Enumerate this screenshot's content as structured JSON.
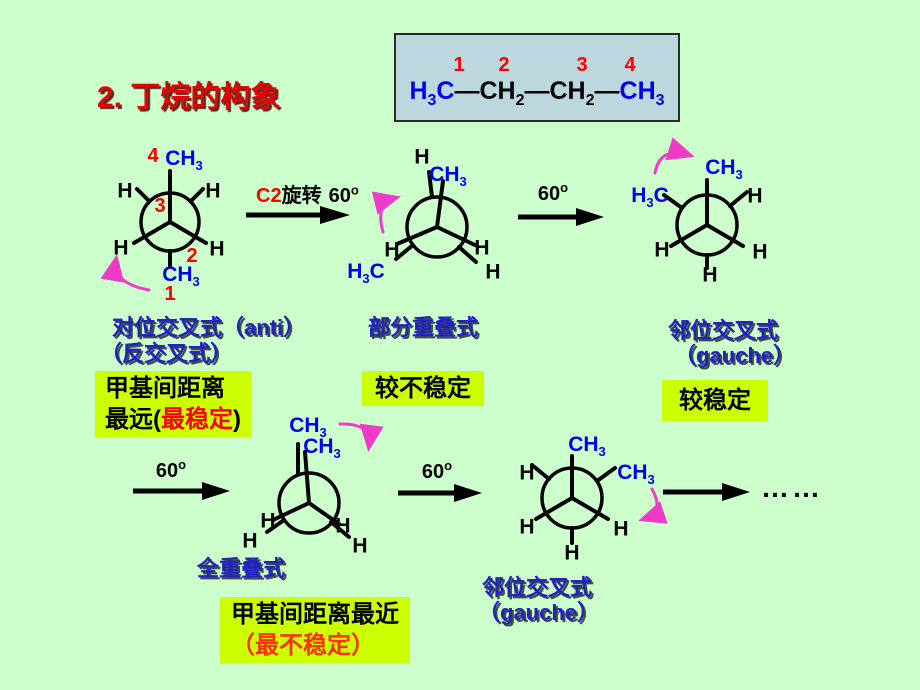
{
  "title": "2. 丁烷的构象",
  "numbers": {
    "n1": "1",
    "n2": "2",
    "n3": "3",
    "n4": "4"
  },
  "formula": {
    "h3c": {
      "h": "H",
      "sub": "3",
      "c": "C"
    },
    "dash": "—",
    "ch2": {
      "main": "CH",
      "sub": "2"
    },
    "ch3": {
      "main": "CH",
      "sub": "3"
    }
  },
  "atoms": {
    "h": "H",
    "ch3": {
      "main": "CH",
      "sub": "3"
    },
    "h3c": {
      "h": "H",
      "sub": "3",
      "c": "C"
    }
  },
  "arrows": {
    "c2_red": "C2",
    "c2_black": "旋转",
    "deg": "60",
    "deg_sup": "o",
    "ellipsis": "……"
  },
  "conformers": {
    "anti_name": "对位交叉式（anti）",
    "anti_alt": "（反交叉式）",
    "partial_name": "部分重叠式",
    "gauche_top_name": "邻位交叉式",
    "gauche_top_en": "（gauche）",
    "eclipsed_name": "全重叠式",
    "gauche_bottom_name": "邻位交叉式",
    "gauche_bottom_en": "（gauche）"
  },
  "notes": {
    "anti_line1": "甲基间距离",
    "anti_line2_pre": "最远(",
    "anti_line2_red": "最稳定",
    "anti_line2_post": ")",
    "partial_note": "较不稳定",
    "gauche_note": "较稳定",
    "eclipsed_line1": "甲基间距离最近",
    "eclipsed_line2": "（最不稳定）"
  },
  "colors": {
    "background": "#ccffcc",
    "formula_box_bg": "#bcd7de",
    "highlight_bg": "#ccff00",
    "title_red": "#e00505",
    "atom_blue": "#0000ee",
    "label_blue": "#2222c2",
    "number_red": "#ff0000",
    "note_red": "#ff3000",
    "magenta": "#ee3cc8",
    "bond_black": "#000000"
  }
}
